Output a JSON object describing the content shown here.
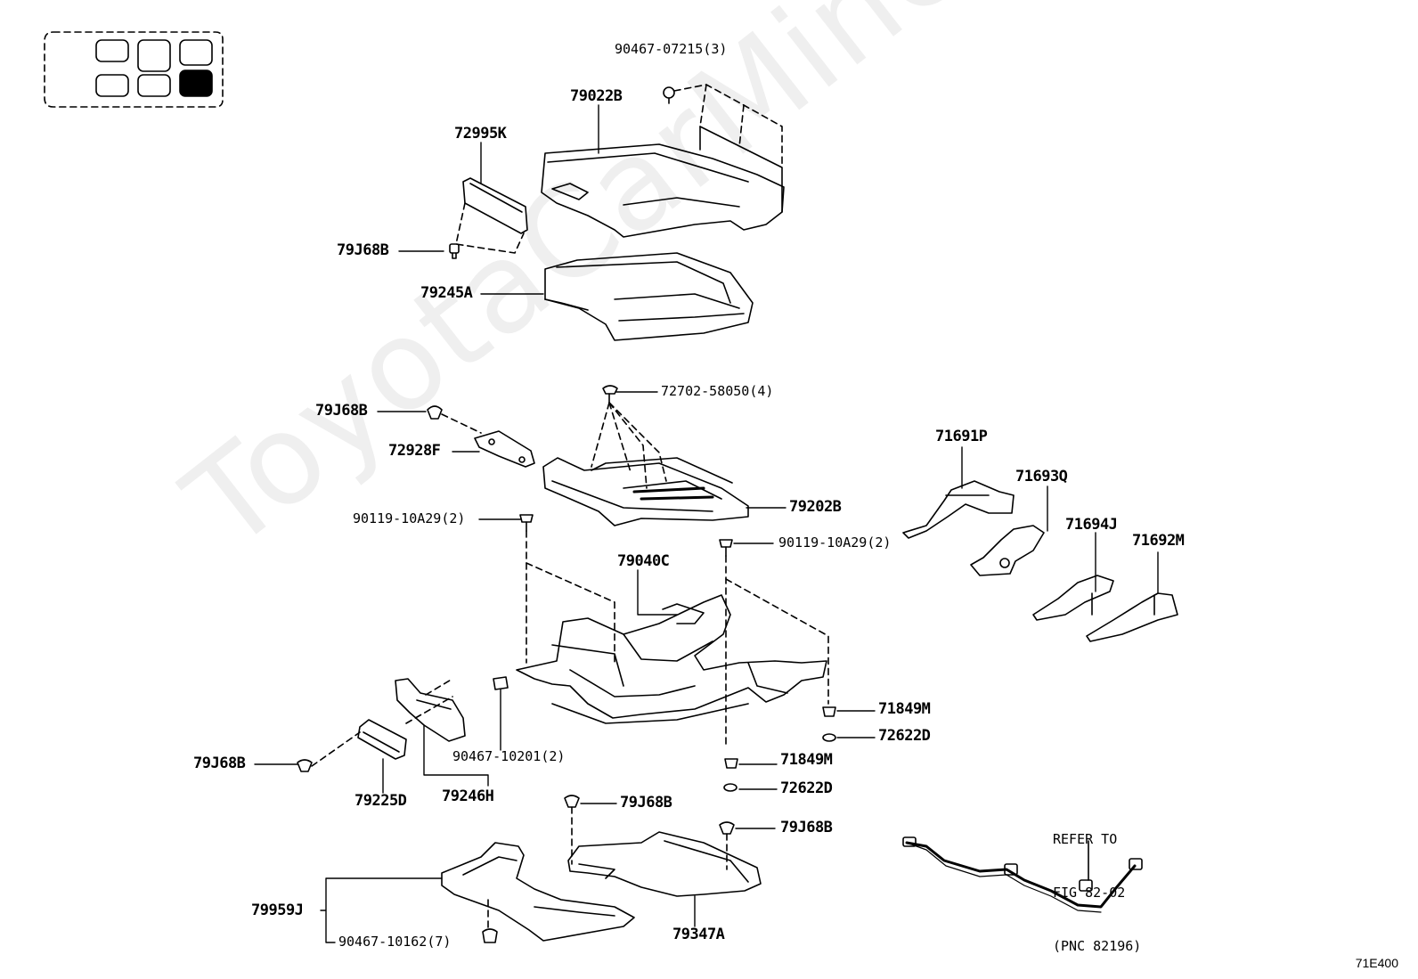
{
  "watermark": "ToyotaCarMine.ru",
  "figure_code": "71E400",
  "refer_note": {
    "line1": "REFER TO",
    "line2": "FIG 82-02",
    "line3": "(PNC 82196)"
  },
  "labels": {
    "p90467_07215": "90467-07215(3)",
    "p79022B": "79022B",
    "p72995K": "72995K",
    "p79J68B_a": "79J68B",
    "p79245A": "79245A",
    "p72702_58050": "72702-58050(4)",
    "p79J68B_b": "79J68B",
    "p72928F": "72928F",
    "p79202B": "79202B",
    "p90119_10A29_a": "90119-10A29(2)",
    "p90119_10A29_b": "90119-10A29(2)",
    "p79040C": "79040C",
    "p71691P": "71691P",
    "p71693Q": "71693Q",
    "p71694J": "71694J",
    "p71692M": "71692M",
    "p71849M_a": "71849M",
    "p72622D_a": "72622D",
    "p71849M_b": "71849M",
    "p72622D_b": "72622D",
    "p79J68B_c": "79J68B",
    "p90467_10201": "90467-10201(2)",
    "p79225D": "79225D",
    "p79246H": "79246H",
    "p79J68B_d": "79J68B",
    "p79J68B_e": "79J68B",
    "p79959J": "79959J",
    "p90467_10162": "90467-10162(7)",
    "p79347A": "79347A"
  },
  "colors": {
    "line": "#000000",
    "background": "#ffffff",
    "watermark": "#efefef",
    "highlight_cell": "#000000"
  }
}
